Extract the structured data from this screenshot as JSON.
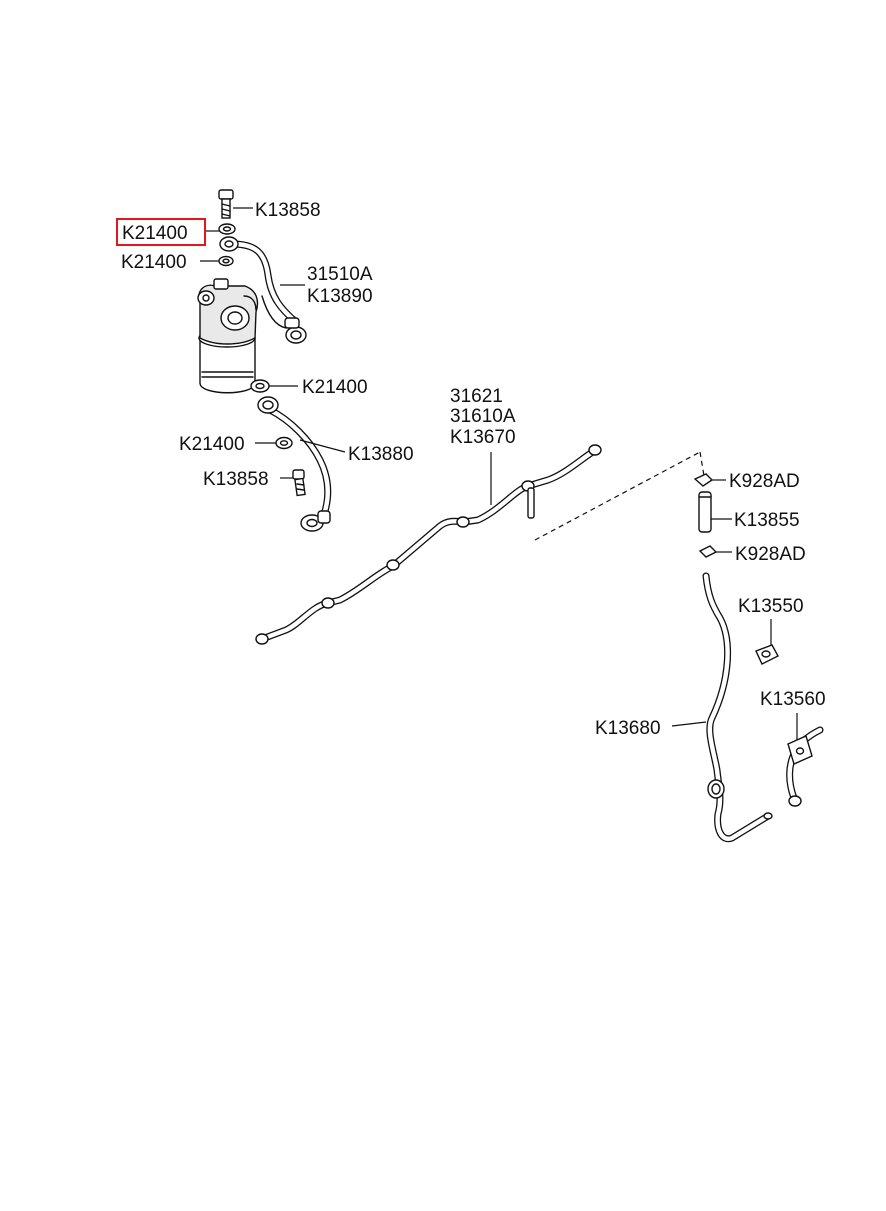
{
  "highlighted_part": "K21400",
  "colors": {
    "highlight": "#e01818",
    "line": "#111111",
    "background": "#ffffff"
  },
  "labels": {
    "bolt_top": "K13858",
    "washer_top_highlighted": "K21400",
    "washer_second": "K21400",
    "hose_upper_a": "31510A",
    "hose_upper_b": "K13890",
    "washer_filter_bottom": "K21400",
    "washer_lower": "K21400",
    "hose_lower": "K13880",
    "bolt_lower": "K13858",
    "tube_long_a": "31621",
    "tube_long_b": "31610A",
    "tube_long_c": "K13670",
    "clip_upper": "K928AD",
    "hose_short": "K13855",
    "clip_lower": "K928AD",
    "clamp": "K13550",
    "tube_return": "K13680",
    "bracket": "K13560"
  }
}
